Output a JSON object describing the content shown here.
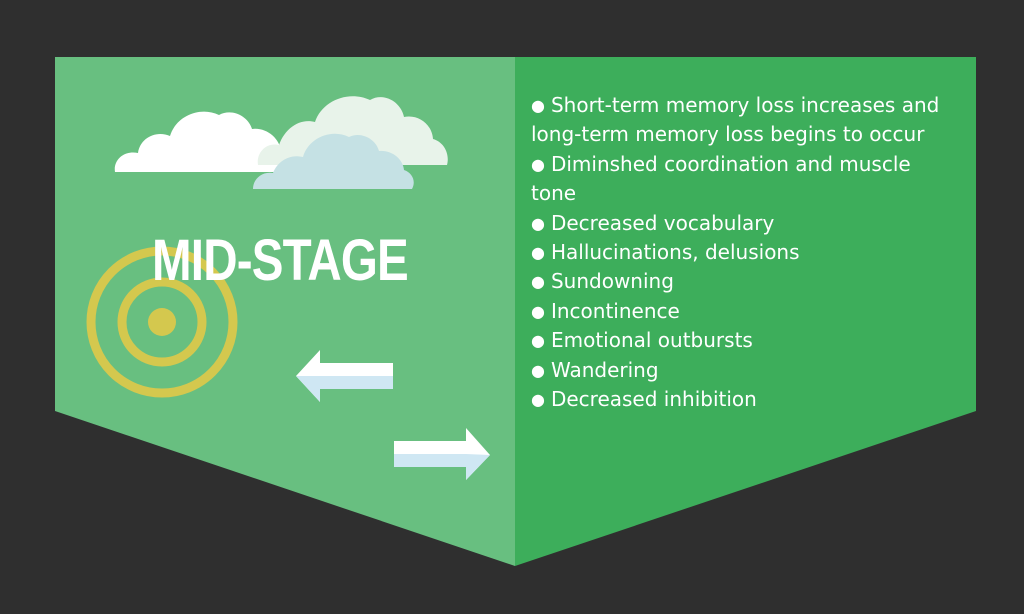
{
  "title": "MID-STAGE",
  "symptoms": [
    "Short-term memory loss increases and long-term memory loss begins to occur",
    "Diminshed coordination and muscle tone",
    "Decreased vocabulary",
    "Hallucinations, delusions",
    "Sundowning",
    "Incontinence",
    "Emotional outbursts",
    "Wandering",
    "Decreased inhibition"
  ],
  "colors": {
    "background": "#2f2f2f",
    "panel_left": "#68bf80",
    "panel_right": "#3dae5b",
    "target": "#d4c84e",
    "arrow": "#ffffff",
    "arrow_shade": "#cfe7f3"
  },
  "icons": [
    "cloud-icon",
    "target-icon",
    "arrow-left-icon",
    "arrow-right-icon"
  ]
}
